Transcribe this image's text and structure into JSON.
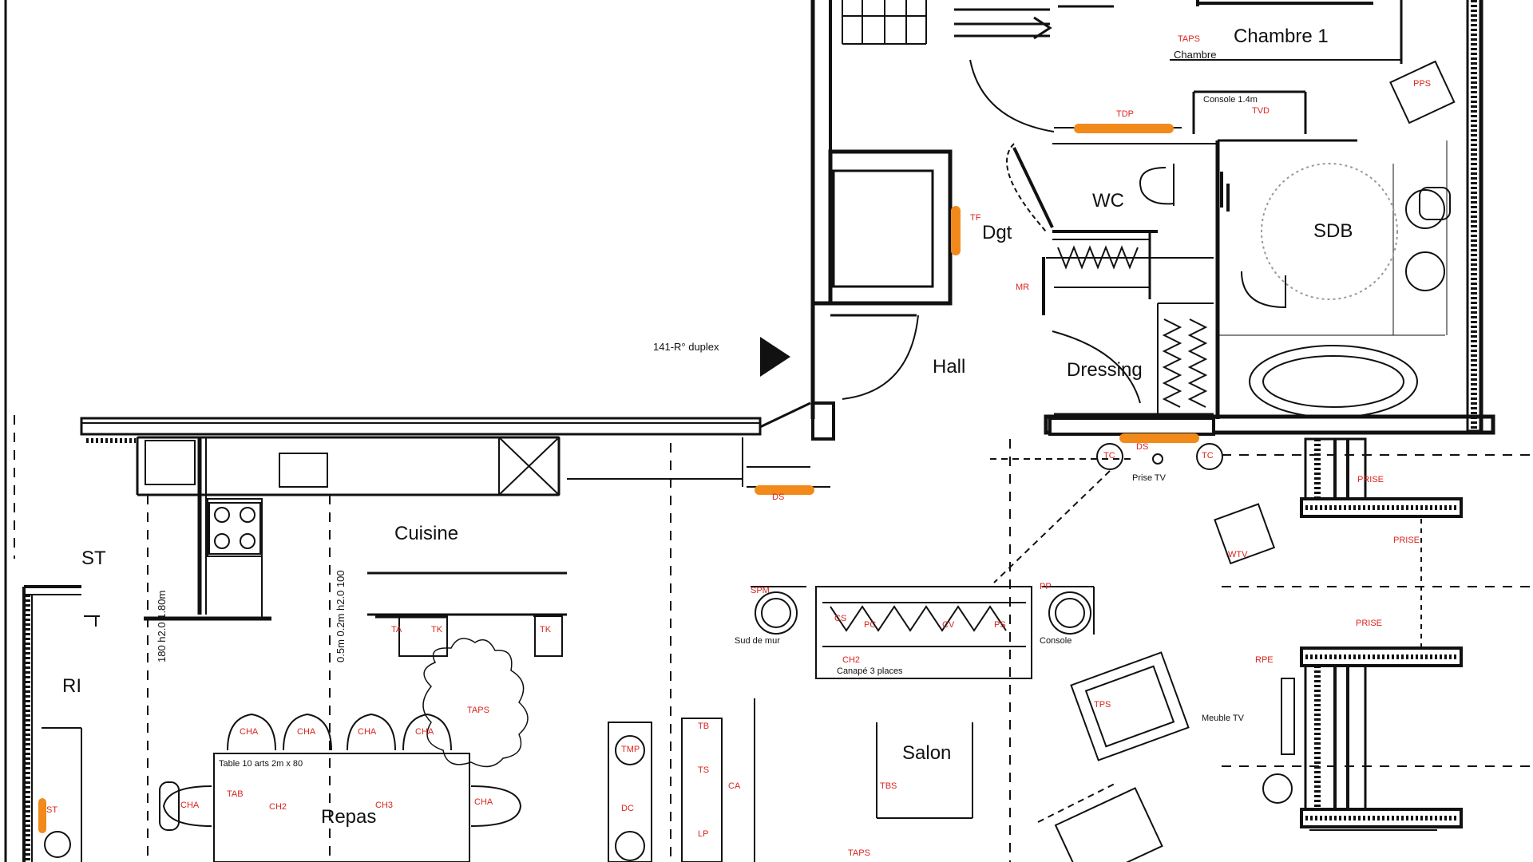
{
  "rooms": {
    "chambre": "Chambre 1",
    "dgt": "Dgt",
    "wc": "WC",
    "sdb": "SDB",
    "hall": "Hall",
    "dressing": "Dressing",
    "cuisine": "Cuisine",
    "salon": "Salon",
    "repas": "Repas",
    "st": "ST",
    "ri": "RI"
  },
  "labels": {
    "entry": "141-R° duplex",
    "chambre_note": "Chambre",
    "vert_cuisine_left": "180 h2.0 1.80m",
    "vert_cuisine_right": "0.5m 0.2m h2.0 100",
    "table_note": "Table 10 arts 2m x 80"
  },
  "red_tags": {
    "taps_chambre": "TAPS",
    "tv_top_right": "PPS",
    "tvd": "TVD",
    "dgt_mark": "TF",
    "tdp": "TDP",
    "hall_mark": "MR",
    "ds_hall": "DS",
    "ds_door": "DS",
    "tc_left": "TC",
    "tc_right": "TC",
    "prise_1": "PRISE",
    "prise_2": "PRISE",
    "prise_3": "PRISE",
    "rpe": "RPE",
    "wtv": "WTV",
    "ta": "TA",
    "tk": "TK",
    "tk2": "TK",
    "tap": "TAPS",
    "cha1": "CHA",
    "cha2": "CHA",
    "cha3": "CHA",
    "cha4": "CHA",
    "cha5": "CHA",
    "cha6": "CHA",
    "ch2": "CH2",
    "ch3": "CH3",
    "tab": "TAB",
    "tmp": "TMP",
    "dc": "DC",
    "ca": "CA",
    "tbs": "TBS",
    "taps_salon": "TAPS",
    "spm": "SPM",
    "pp": "PP",
    "cs": "CS",
    "pc": "PC",
    "cv": "CV",
    "ps": "PS",
    "ch_sofa": "CH2",
    "sofa_code": "TPS",
    "chair_tbl": "TB",
    "ts": "TS",
    "lp": "LP",
    "st2": "ST"
  },
  "notes": {
    "console_sdb": "Console 1.4m",
    "prise_tv": "Prise TV",
    "console_box": "Console",
    "canape": "Canapé 3 places",
    "meuble_tv": "Meuble TV",
    "sud_mur": "Sud de mur"
  },
  "colors": {
    "wall": "#111111",
    "accent": "#f28a1b",
    "tag": "#d8251f"
  }
}
